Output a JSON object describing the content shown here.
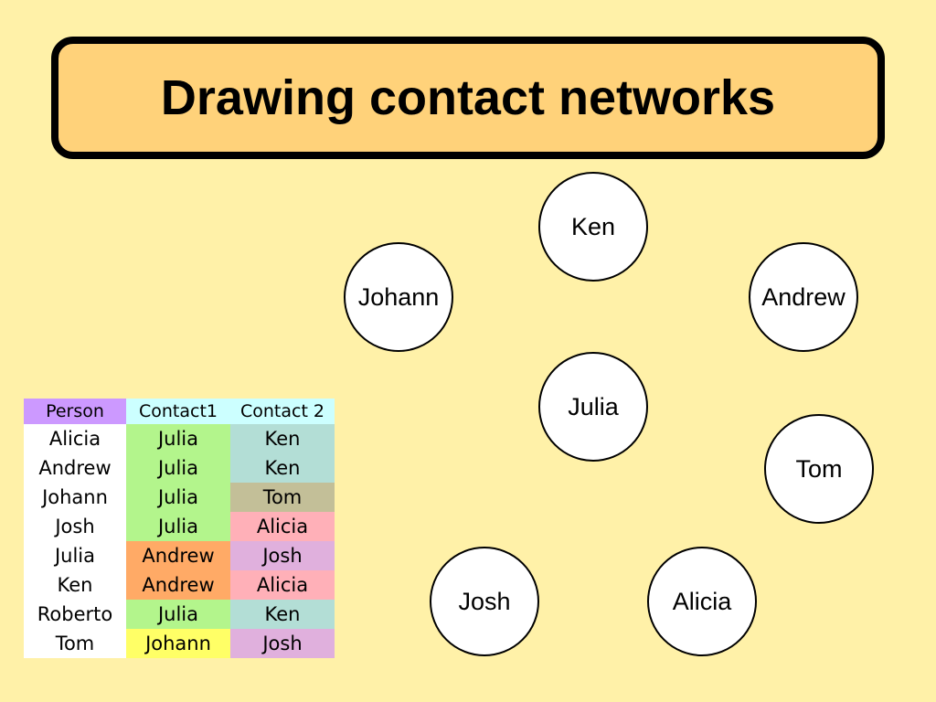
{
  "title": "Drawing contact networks",
  "nodes": [
    "Ken",
    "Johann",
    "Andrew",
    "Julia",
    "Tom",
    "Josh",
    "Alicia"
  ],
  "table": {
    "headers": [
      "Person",
      "Contact1",
      "Contact 2"
    ],
    "rows": [
      [
        "Alicia",
        "Julia",
        "Ken"
      ],
      [
        "Andrew",
        "Julia",
        "Ken"
      ],
      [
        "Johann",
        "Julia",
        "Tom"
      ],
      [
        "Josh",
        "Julia",
        "Alicia"
      ],
      [
        "Julia",
        "Andrew",
        "Josh"
      ],
      [
        "Ken",
        "Andrew",
        "Alicia"
      ],
      [
        "Roberto",
        "Julia",
        "Ken"
      ],
      [
        "Tom",
        "Johann",
        "Josh"
      ]
    ]
  },
  "colors": {
    "background": "#fff1a8",
    "title_fill": "#ffd27a",
    "header_person": "#cc99ff",
    "header_contact": "#ccffff",
    "person_cell": "#ffffff",
    "Julia": "#b3f58c",
    "Andrew": "#ffaa66",
    "Johann": "#ffff66",
    "Ken": "#b3ded6",
    "Tom": "#c3bf98",
    "Alicia": "#ffb0b8",
    "Josh": "#e0b0dd"
  }
}
